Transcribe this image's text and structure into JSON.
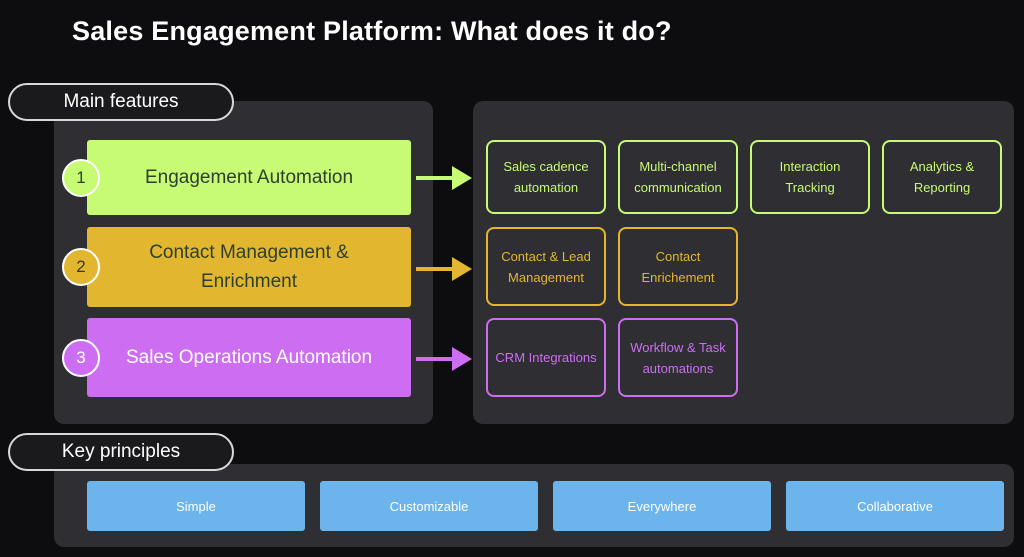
{
  "title": "Sales Engagement Platform: What does it do?",
  "main_features_label": "Main features",
  "key_principles_label": "Key principles",
  "colors": {
    "green": "#c6fb73",
    "yellow": "#e2b72f",
    "purple": "#cd6ef2",
    "blue": "#6cb4ec",
    "panel": "#2e2e33"
  },
  "features": [
    {
      "number": "1",
      "label": "Engagement Automation",
      "color": "green"
    },
    {
      "number": "2",
      "label": "Contact Management & Enrichment",
      "color": "yellow"
    },
    {
      "number": "3",
      "label": "Sales Operations Automation",
      "color": "purple"
    }
  ],
  "capabilities": {
    "engagement": [
      "Sales cadence automation",
      "Multi-channel communication",
      "Interaction Tracking",
      "Analytics & Reporting"
    ],
    "contact": [
      "Contact & Lead Management",
      "Contact Enrichement"
    ],
    "operations": [
      "CRM Integrations",
      "Workflow & Task automations"
    ]
  },
  "principles": [
    "Simple",
    "Customizable",
    "Everywhere",
    "Collaborative"
  ]
}
